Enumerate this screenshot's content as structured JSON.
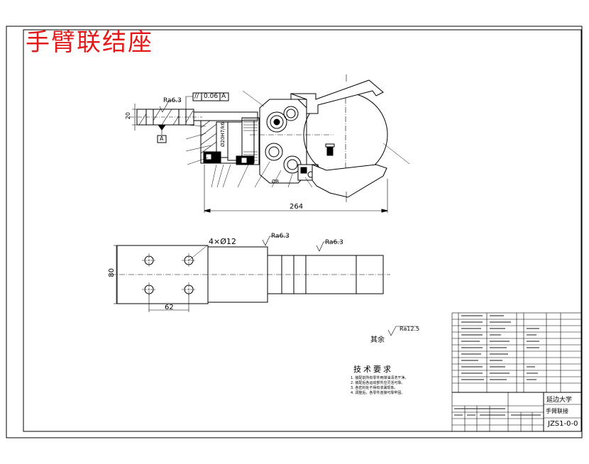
{
  "title": "手臂联结座",
  "dimensions": {
    "height_20": "20",
    "overall_264": "264",
    "height_80": "80",
    "width_62": "62",
    "holes": "4×Ø12",
    "phi_top": "Ø20H7/k6",
    "phi_bottom": "Ø8"
  },
  "tolerance": {
    "parallel": "//",
    "value": "0.06",
    "datum": "A",
    "datum_box": "A"
  },
  "roughness": {
    "top_left": "Ra6.3",
    "plan_1": "Ra6.3",
    "plan_2": "Ra6.3",
    "rest": "Ra12.5",
    "rest_label": "其余"
  },
  "technical_requirements": {
    "heading": "技术要求",
    "lines": [
      "1. 装配前所有零件用煤油清洗干净。",
      "2. 装配后各运动部件应灵活可靠。",
      "3. 各密封处不得有渗漏现象。",
      "4. 调整后，各零件连接可靠牢固。"
    ]
  },
  "title_block": {
    "school": "延边大学",
    "drawing_name": "手臂联接",
    "code": "JZS1-0-0"
  },
  "colors": {
    "title_red": "#e11b1b",
    "line": "#000000"
  }
}
